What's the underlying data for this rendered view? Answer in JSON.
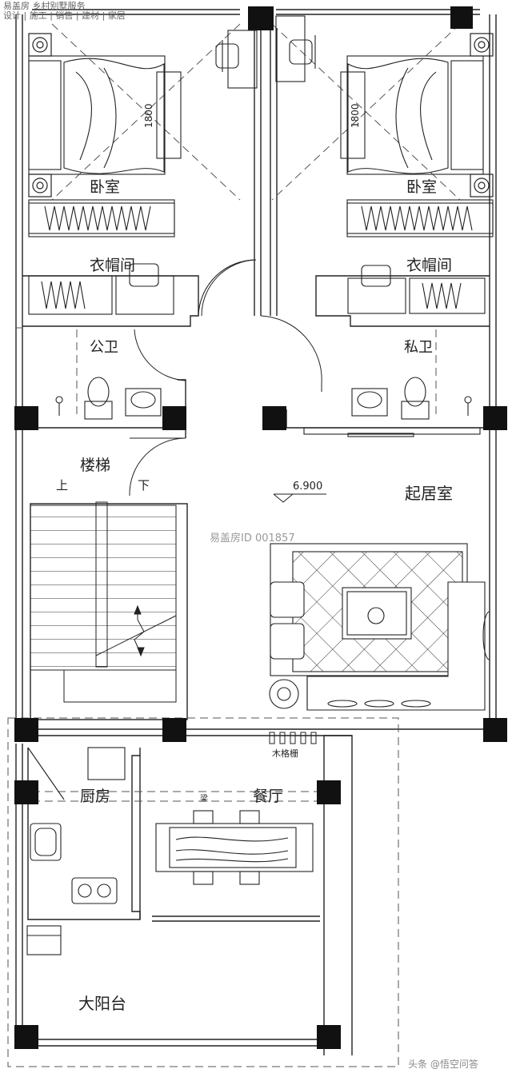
{
  "brand": {
    "logo_text": "易盖房 乡村别墅服务",
    "services": [
      "设计",
      "施工",
      "销售",
      "建材",
      "家居"
    ]
  },
  "watermark_center": "易盖房ID 001857",
  "watermark_corner": "头条 @悟空问答",
  "rooms": {
    "bedroom_left": "卧室",
    "bedroom_right": "卧室",
    "closet_left": "衣帽间",
    "closet_right": "衣帽间",
    "public_bath": "公卫",
    "private_bath": "私卫",
    "stairs": "楼梯",
    "stair_up": "上",
    "stair_down": "下",
    "living": "起居室",
    "kitchen": "厨房",
    "dining": "餐厅",
    "balcony": "大阳台"
  },
  "annotations": {
    "bed_size_left": "1800",
    "bed_size_right": "1800",
    "elevation": "6.900",
    "wood_grille": "木格栅",
    "beam": "梁"
  },
  "colors": {
    "line": "#222222",
    "column": "#111111",
    "dash": "#555555"
  }
}
